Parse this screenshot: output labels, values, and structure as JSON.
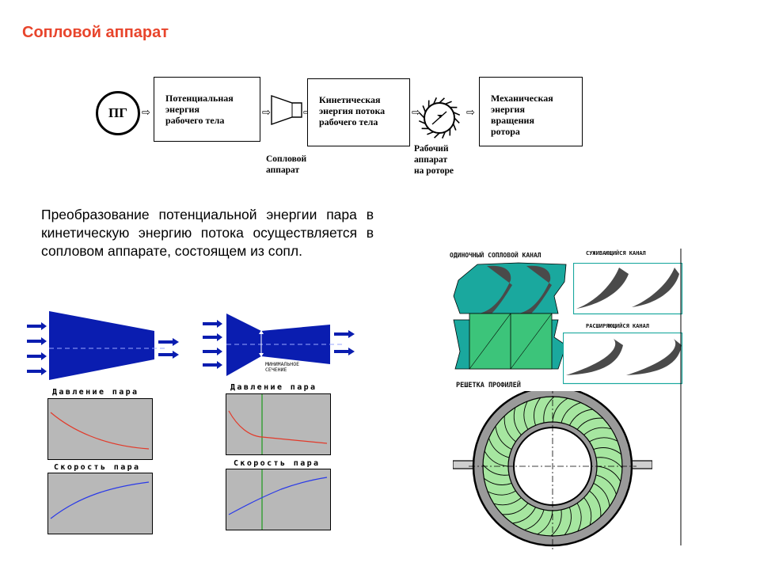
{
  "title": "Сопловой аппарат",
  "flow": {
    "source": "ПГ",
    "box1": "Потенциальная\nэнергия\nрабочего тела",
    "nozzle_caption": "Сопловой\nаппарат",
    "box2": "Кинетическая\nэнергия потока\nрабочего тела",
    "rotor_caption": "Рабочий\nаппарат\nна роторе",
    "box3": "Механическая\nэнергия\nвращения\nротора",
    "arrow_glyph": "⇨"
  },
  "paragraph": "Преобразование потенциальной энергии пара в кинетическую энергию потока осуществляется в сопловом аппарате, состоящем из сопл.",
  "left_nozzle": {
    "pressure_title": "Давление пара",
    "velocity_title": "Скорость пара"
  },
  "right_nozzle": {
    "min_section": "МИНИМАЛЬНОЕ\nСЕЧЕНИЕ",
    "pressure_title": "Давление пара",
    "velocity_title": "Скорость пара"
  },
  "right_figure": {
    "single_channel": "ОДИНОЧНЫЙ СОПЛОВОЙ КАНАЛ",
    "converging": "СУЖИВАЮЩИЙСЯ КАНАЛ",
    "diverging": "РАСШИРЯЮЩИЙСЯ КАНАЛ",
    "cascade": "РЕШЕТКА ПРОФИЛЕЙ"
  },
  "colors": {
    "title": "#e8452c",
    "nozzle_fill": "#0a1db0",
    "plot_bg": "#b8b8b8",
    "pressure_curve": "#e23a2a",
    "velocity_curve": "#2a3ae8",
    "min_line": "#1a9a1a",
    "teal": "#1aa89e",
    "green": "#3cc47a",
    "light_green": "#a6e6a0",
    "ring_gray": "#9a9a9a"
  }
}
